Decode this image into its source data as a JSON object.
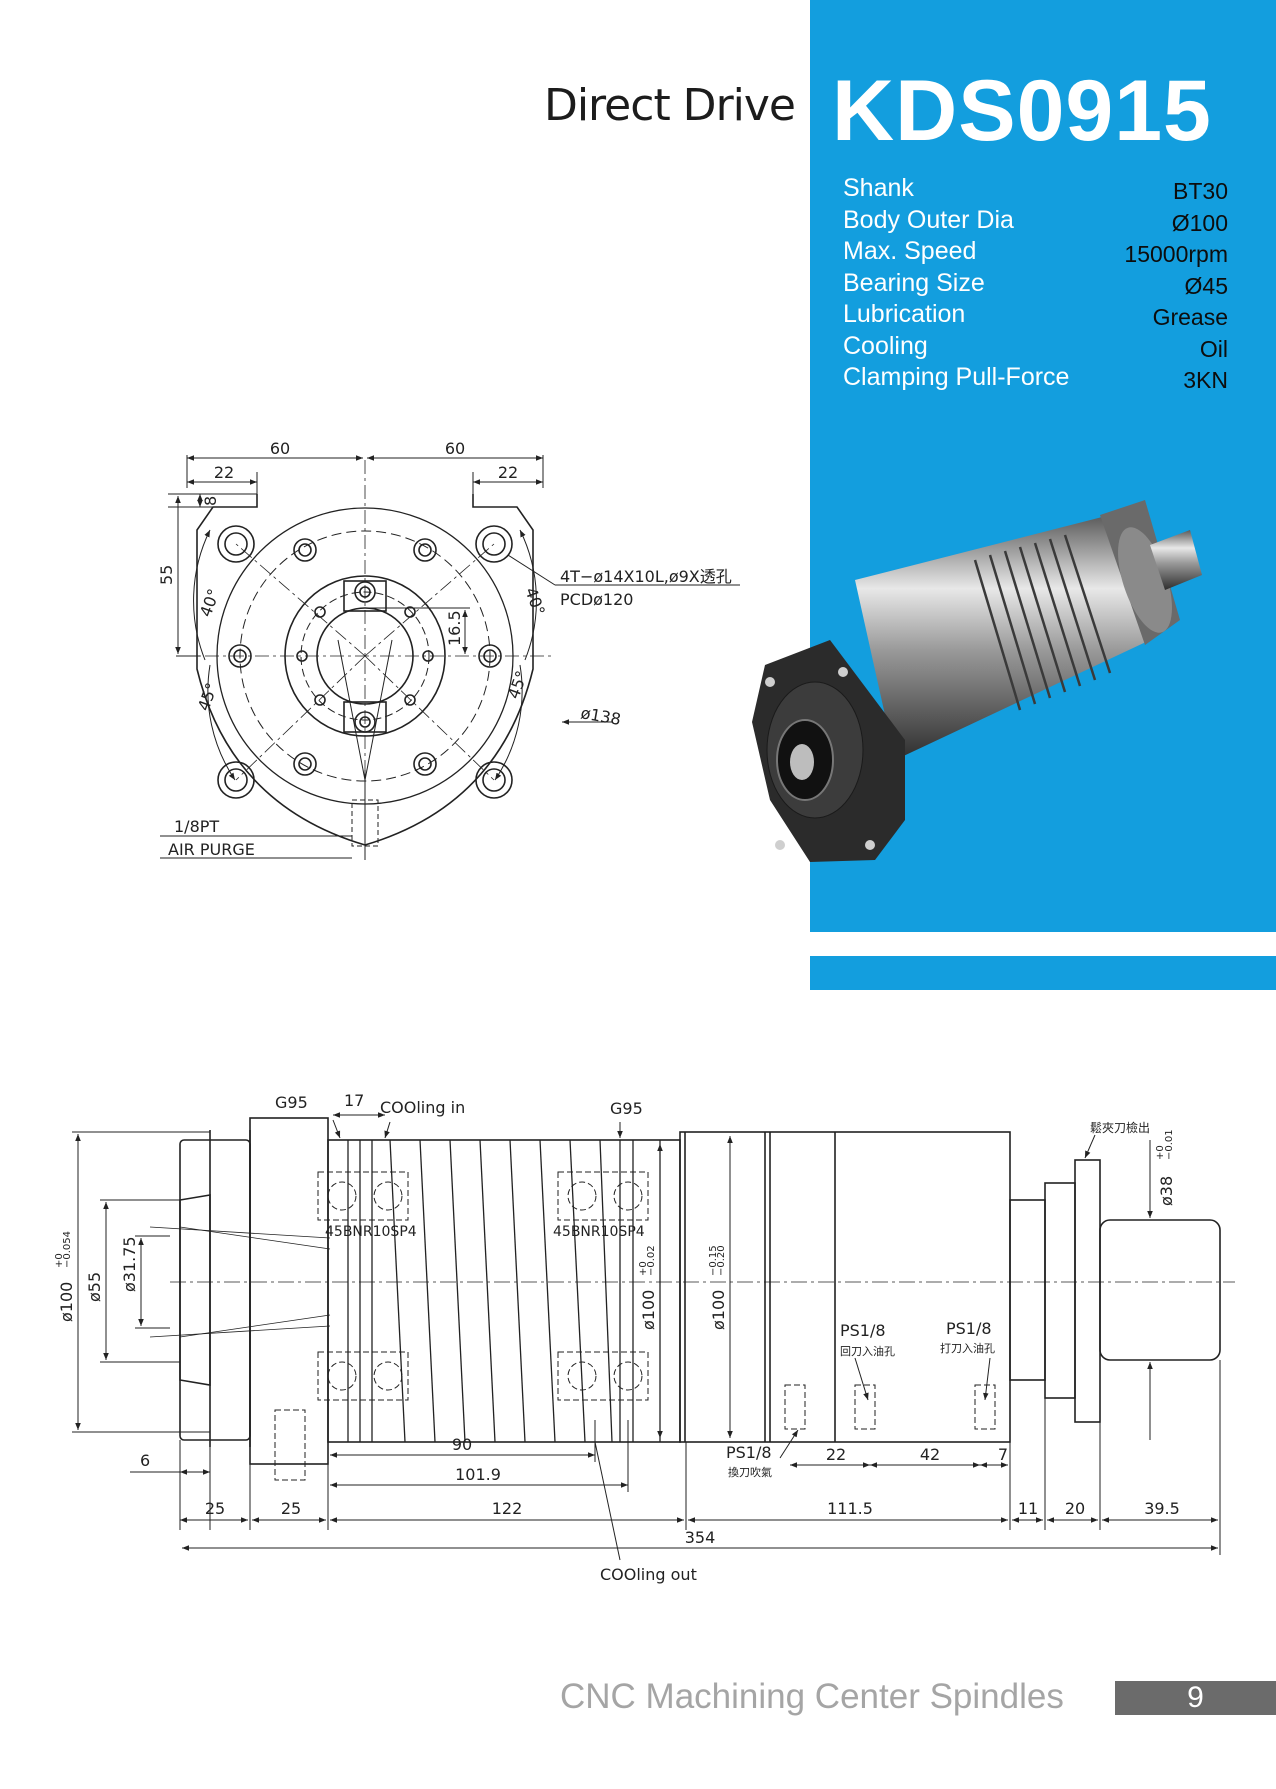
{
  "header": {
    "series": "Direct Drive",
    "model": "KDS0915"
  },
  "specs": [
    {
      "label": "Shank",
      "value": "BT30"
    },
    {
      "label": "Body Outer Dia",
      "value": "Ø100"
    },
    {
      "label": "Max. Speed",
      "value": "15000rpm"
    },
    {
      "label": "Bearing Size",
      "value": "Ø45"
    },
    {
      "label": "Lubrication",
      "value": "Grease"
    },
    {
      "label": "Cooling",
      "value": "Oil"
    },
    {
      "label": "Clamping Pull-Force",
      "value": "3KN"
    }
  ],
  "front_view": {
    "dim_60_left": "60",
    "dim_60_right": "60",
    "dim_22_left": "22",
    "dim_22_right": "22",
    "dim_8": "8",
    "dim_55": "55",
    "dim_16_5": "16.5",
    "angle_40_left": "40°",
    "angle_40_right": "40°",
    "angle_45_left": "45°",
    "angle_45_right": "45°",
    "note_holes": "4T−ø14X10L,ø9X透孔",
    "note_pcd": "PCDø120",
    "note_dia": "ø138",
    "note_air1": "1/8PT",
    "note_air2": "AIR PURGE"
  },
  "side_view": {
    "g95_left": "G95",
    "g95_right": "G95",
    "dim_17": "17",
    "cooling_in": "COOling in",
    "bearing_left": "45BNR10SP4",
    "bearing_right": "45BNR10SP4",
    "dia_100_tol": "ø100",
    "tol_100_a": "+0",
    "tol_100_b": "−0.054",
    "dia_55": "ø55",
    "dia_31_75": "ø31.75",
    "dia_100_mid": "ø100",
    "tol_mid_a": "+0",
    "tol_mid_b": "−0.02",
    "dia_100_right": "ø100",
    "tol_right_a": "−0.15",
    "tol_right_b": "−0.20",
    "dia_38": "ø38",
    "tol_38_a": "+0",
    "tol_38_b": "−0.01",
    "sensor_label": "鬆夾刀檢出",
    "ps_left": "PS1/8",
    "ps_left_note": "回刀入油孔",
    "ps_right": "PS1/8",
    "ps_right_note": "打刀入油孔",
    "ps_bottom": "PS1/8",
    "ps_bottom_note": "換刀吹氣",
    "dim_6": "6",
    "dim_90": "90",
    "dim_101_9": "101.9",
    "dim_22": "22",
    "dim_42": "42",
    "dim_7": "7",
    "dim_25a": "25",
    "dim_25b": "25",
    "dim_122": "122",
    "dim_111_5": "111.5",
    "dim_11": "11",
    "dim_20": "20",
    "dim_39_5": "39.5",
    "dim_354": "354",
    "cooling_out": "COOling out"
  },
  "footer": {
    "title": "CNC Machining Center Spindles",
    "page": "9"
  }
}
